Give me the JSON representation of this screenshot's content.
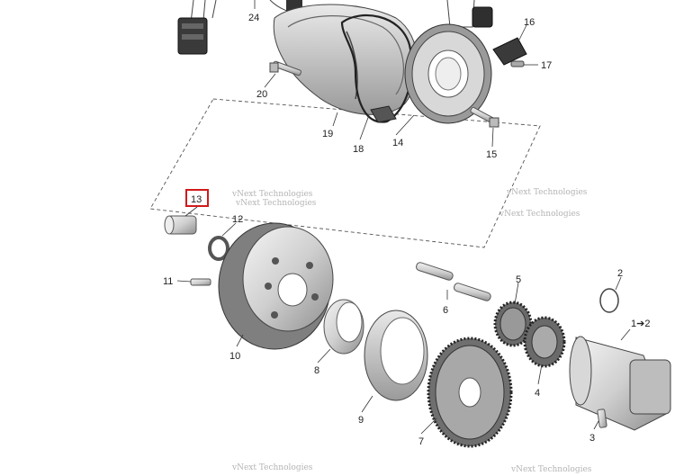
{
  "callouts": {
    "c1": "1➔2",
    "c2": "2",
    "c3": "3",
    "c4": "4",
    "c5": "5",
    "c6": "6",
    "c7": "7",
    "c8": "8",
    "c9": "9",
    "c10": "10",
    "c11": "11",
    "c12": "12",
    "c13": "13",
    "c14": "14",
    "c15": "15",
    "c16": "16",
    "c17": "17",
    "c18": "18",
    "c19": "19",
    "c20": "20",
    "c24": "24"
  },
  "highlighted_callout": "13",
  "watermark": "vNext Technologies",
  "colors": {
    "highlight": "#d11a1a",
    "line": "#333333",
    "metal_light": "#e6e6e6",
    "metal_dark": "#8a8a8a"
  }
}
